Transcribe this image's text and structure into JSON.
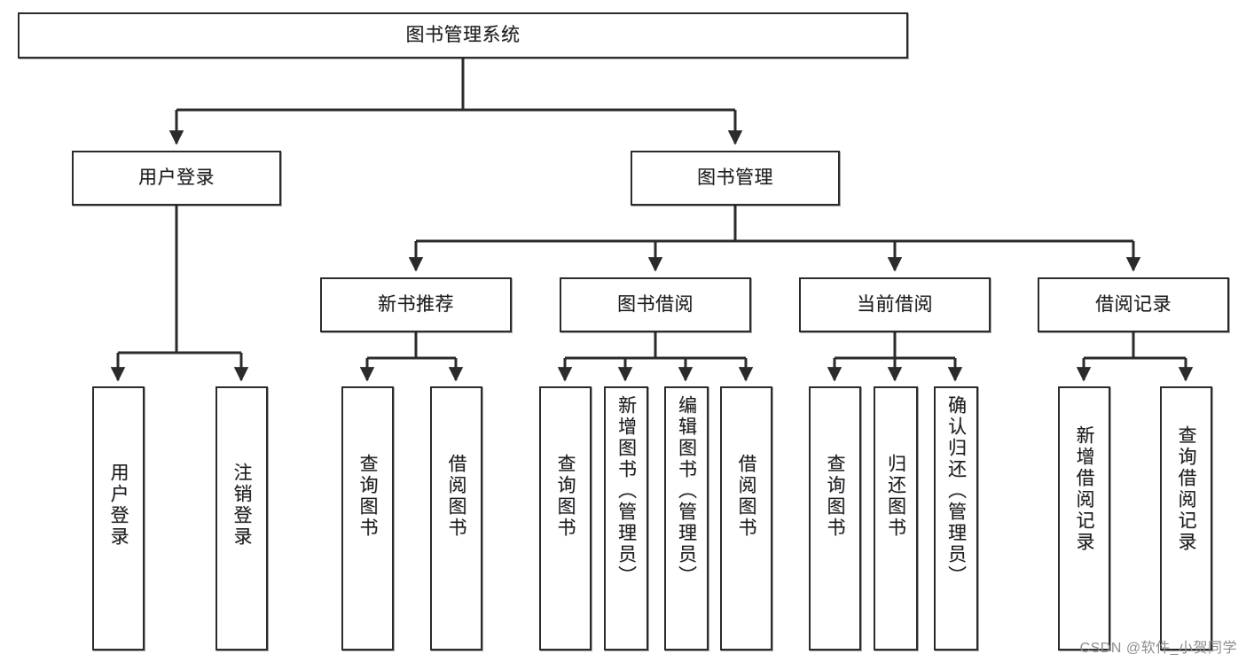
{
  "diagram": {
    "title": "图书管理系统",
    "type": "tree-hierarchy-chart",
    "watermark": "CSDN @软件_小贺同学",
    "stroke_color": "#2b2b2b",
    "background_color": "#ffffff",
    "text_color": "#1d1d1d"
  },
  "nodes": {
    "root": {
      "label": "图书管理系统",
      "orientation": "horizontal"
    },
    "level2": [
      {
        "id": "user-login",
        "label": "用户登录",
        "orientation": "horizontal"
      },
      {
        "id": "book-manage",
        "label": "图书管理",
        "orientation": "horizontal"
      }
    ],
    "level3": [
      {
        "id": "new-book-recommend",
        "label": "新书推荐",
        "orientation": "horizontal"
      },
      {
        "id": "book-borrow",
        "label": "图书借阅",
        "orientation": "horizontal"
      },
      {
        "id": "current-borrow",
        "label": "当前借阅",
        "orientation": "horizontal"
      },
      {
        "id": "borrow-record",
        "label": "借阅记录",
        "orientation": "horizontal"
      }
    ],
    "leaves": [
      {
        "id": "leaf-user-login",
        "label": "用户登录",
        "parent": "user-login",
        "orientation": "vertical"
      },
      {
        "id": "leaf-logout",
        "label": "注销登录",
        "parent": "user-login",
        "orientation": "vertical"
      },
      {
        "id": "leaf-query-book-1",
        "label": "查询图书",
        "parent": "new-book-recommend",
        "orientation": "vertical"
      },
      {
        "id": "leaf-borrow-book-1",
        "label": "借阅图书",
        "parent": "new-book-recommend",
        "orientation": "vertical"
      },
      {
        "id": "leaf-query-book-2",
        "label": "查询图书",
        "parent": "book-borrow",
        "orientation": "vertical"
      },
      {
        "id": "leaf-add-book",
        "label": "新增图书（管理员）",
        "parent": "book-borrow",
        "orientation": "vertical"
      },
      {
        "id": "leaf-edit-book",
        "label": "编辑图书（管理员）",
        "parent": "book-borrow",
        "orientation": "vertical"
      },
      {
        "id": "leaf-borrow-book-2",
        "label": "借阅图书",
        "parent": "book-borrow",
        "orientation": "vertical"
      },
      {
        "id": "leaf-query-book-3",
        "label": "查询图书",
        "parent": "current-borrow",
        "orientation": "vertical"
      },
      {
        "id": "leaf-return-book",
        "label": "归还图书",
        "parent": "current-borrow",
        "orientation": "vertical"
      },
      {
        "id": "leaf-confirm-return",
        "label": "确认归还（管理员）",
        "parent": "current-borrow",
        "orientation": "vertical"
      },
      {
        "id": "leaf-add-record",
        "label": "新增借阅记录",
        "parent": "borrow-record",
        "orientation": "vertical"
      },
      {
        "id": "leaf-query-record",
        "label": "查询借阅记录",
        "parent": "borrow-record",
        "orientation": "vertical"
      }
    ]
  }
}
